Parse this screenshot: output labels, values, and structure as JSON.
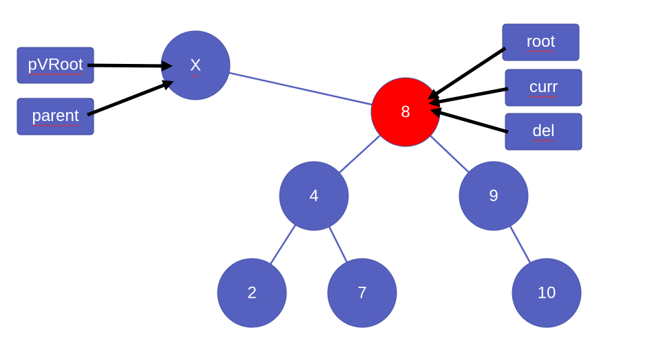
{
  "colors": {
    "node_fill": "#5560bf",
    "highlight_fill": "#ff0000",
    "edge_color": "#5560bf",
    "arrow_color": "#000000",
    "text_color": "#ffffff"
  },
  "nodes": [
    {
      "id": "x",
      "label": "X",
      "highlighted": false,
      "spellcheck": true
    },
    {
      "id": "n8",
      "label": "8",
      "highlighted": true,
      "spellcheck": false
    },
    {
      "id": "n4",
      "label": "4",
      "highlighted": false,
      "spellcheck": false
    },
    {
      "id": "n9",
      "label": "9",
      "highlighted": false,
      "spellcheck": false
    },
    {
      "id": "n2",
      "label": "2",
      "highlighted": false,
      "spellcheck": false
    },
    {
      "id": "n7",
      "label": "7",
      "highlighted": false,
      "spellcheck": false
    },
    {
      "id": "n10",
      "label": "10",
      "highlighted": false,
      "spellcheck": false
    }
  ],
  "edges": [
    {
      "from": "x",
      "to": "n8"
    },
    {
      "from": "n8",
      "to": "n4"
    },
    {
      "from": "n8",
      "to": "n9"
    },
    {
      "from": "n4",
      "to": "n2"
    },
    {
      "from": "n4",
      "to": "n7"
    },
    {
      "from": "n9",
      "to": "n10"
    }
  ],
  "pointers": [
    {
      "id": "pvroot",
      "label": "pVRoot",
      "target": "x",
      "spellcheck": true
    },
    {
      "id": "parent",
      "label": "parent",
      "target": "x",
      "spellcheck": true
    },
    {
      "id": "root",
      "label": "root",
      "target": "n8",
      "spellcheck": true
    },
    {
      "id": "curr",
      "label": "curr",
      "target": "n8",
      "spellcheck": true
    },
    {
      "id": "del",
      "label": "del",
      "target": "n8",
      "spellcheck": true
    }
  ]
}
